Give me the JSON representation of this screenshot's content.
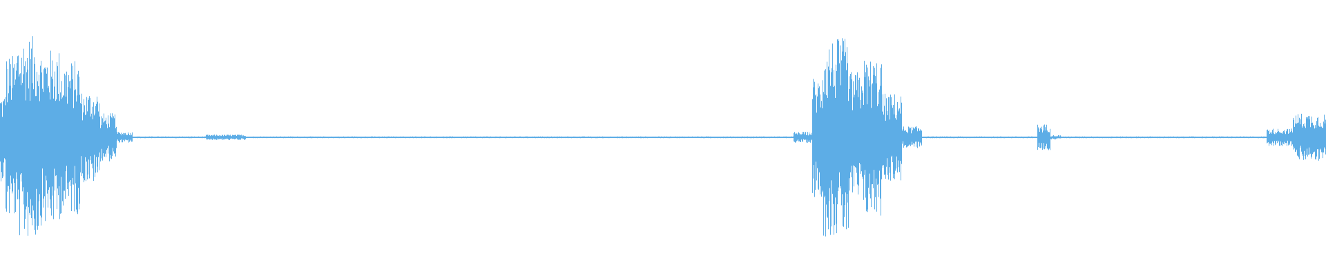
{
  "waveform": {
    "color": "#5DADE6",
    "background": "#ffffff",
    "duration_fraction_note": "",
    "segments": [
      {
        "start": 0.0,
        "end": 0.004,
        "amplitude": 0.4
      },
      {
        "start": 0.004,
        "end": 0.012,
        "amplitude": 0.75
      },
      {
        "start": 0.012,
        "end": 0.03,
        "amplitude": 0.92
      },
      {
        "start": 0.03,
        "end": 0.045,
        "amplitude": 0.8
      },
      {
        "start": 0.045,
        "end": 0.06,
        "amplitude": 0.7
      },
      {
        "start": 0.06,
        "end": 0.075,
        "amplitude": 0.42
      },
      {
        "start": 0.075,
        "end": 0.088,
        "amplitude": 0.22
      },
      {
        "start": 0.088,
        "end": 0.1,
        "amplitude": 0.05
      },
      {
        "start": 0.1,
        "end": 0.155,
        "amplitude": 0.008
      },
      {
        "start": 0.155,
        "end": 0.185,
        "amplitude": 0.025
      },
      {
        "start": 0.185,
        "end": 0.598,
        "amplitude": 0.008
      },
      {
        "start": 0.598,
        "end": 0.612,
        "amplitude": 0.05
      },
      {
        "start": 0.612,
        "end": 0.62,
        "amplitude": 0.55
      },
      {
        "start": 0.62,
        "end": 0.64,
        "amplitude": 0.9
      },
      {
        "start": 0.64,
        "end": 0.65,
        "amplitude": 0.6
      },
      {
        "start": 0.65,
        "end": 0.665,
        "amplitude": 0.72
      },
      {
        "start": 0.665,
        "end": 0.68,
        "amplitude": 0.4
      },
      {
        "start": 0.68,
        "end": 0.695,
        "amplitude": 0.1
      },
      {
        "start": 0.695,
        "end": 0.782,
        "amplitude": 0.008
      },
      {
        "start": 0.782,
        "end": 0.792,
        "amplitude": 0.12
      },
      {
        "start": 0.792,
        "end": 0.8,
        "amplitude": 0.02
      },
      {
        "start": 0.8,
        "end": 0.955,
        "amplitude": 0.008
      },
      {
        "start": 0.955,
        "end": 0.975,
        "amplitude": 0.08
      },
      {
        "start": 0.975,
        "end": 1.0,
        "amplitude": 0.22
      }
    ]
  }
}
